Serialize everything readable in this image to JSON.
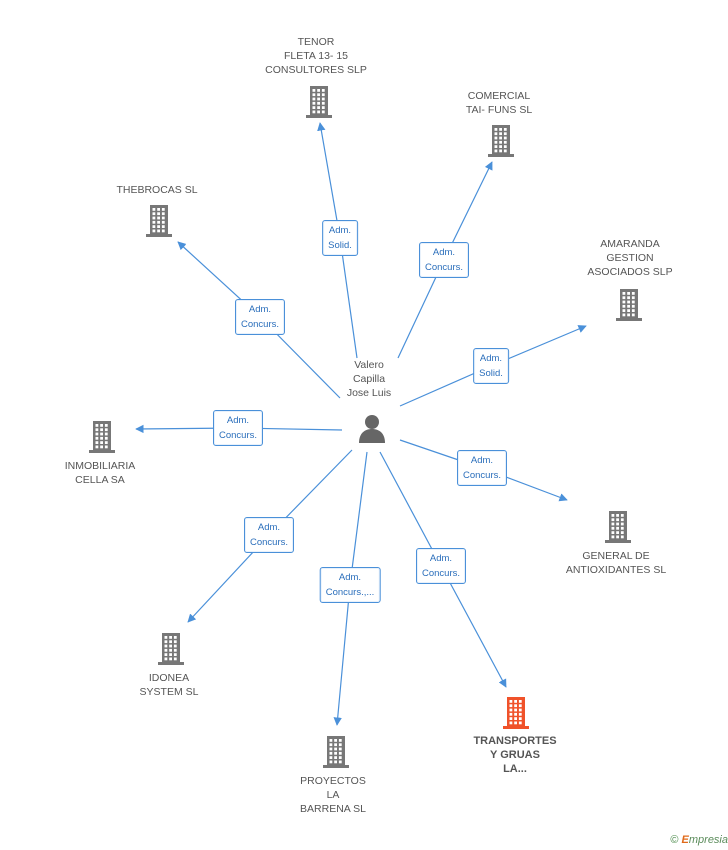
{
  "center": {
    "name": "Valero\nCapilla\nJose Luis"
  },
  "companies": [
    {
      "id": "tenor",
      "name": "TENOR\nFLETA 13- 15\nCONSULTORES SLP",
      "role": "Adm.\nSolid.",
      "highlight": false
    },
    {
      "id": "comercial",
      "name": "COMERCIAL\nTAI- FUNS SL",
      "role": "Adm.\nConcurs.",
      "highlight": false
    },
    {
      "id": "thebrocas",
      "name": "THEBROCAS SL",
      "role": "Adm.\nConcurs.",
      "highlight": false
    },
    {
      "id": "amaranda",
      "name": "AMARANDA\nGESTION\nASOCIADOS SLP",
      "role": "Adm.\nSolid.",
      "highlight": false
    },
    {
      "id": "inmobiliaria",
      "name": "INMOBILIARIA\nCELLA SA",
      "role": "Adm.\nConcurs.",
      "highlight": false
    },
    {
      "id": "general",
      "name": "GENERAL DE\nANTIOXIDANTES SL",
      "role": "Adm.\nConcurs.",
      "highlight": false
    },
    {
      "id": "idonea",
      "name": "IDONEA\nSYSTEM SL",
      "role": "Adm.\nConcurs.",
      "highlight": false
    },
    {
      "id": "proyectos",
      "name": "PROYECTOS\nLA\nBARRENA SL",
      "role": "Adm.\nConcurs.,...",
      "highlight": false
    },
    {
      "id": "transportes",
      "name": "TRANSPORTES\nY GRUAS\nLA...",
      "role": "Adm.\nConcurs.",
      "highlight": true
    }
  ],
  "colors": {
    "edge": "#4a90d9",
    "building": "#777777",
    "highlight": "#f0522a",
    "person": "#666666"
  },
  "footer": {
    "copyright": "©",
    "brand_first": "E",
    "brand_rest": "mpresia"
  }
}
